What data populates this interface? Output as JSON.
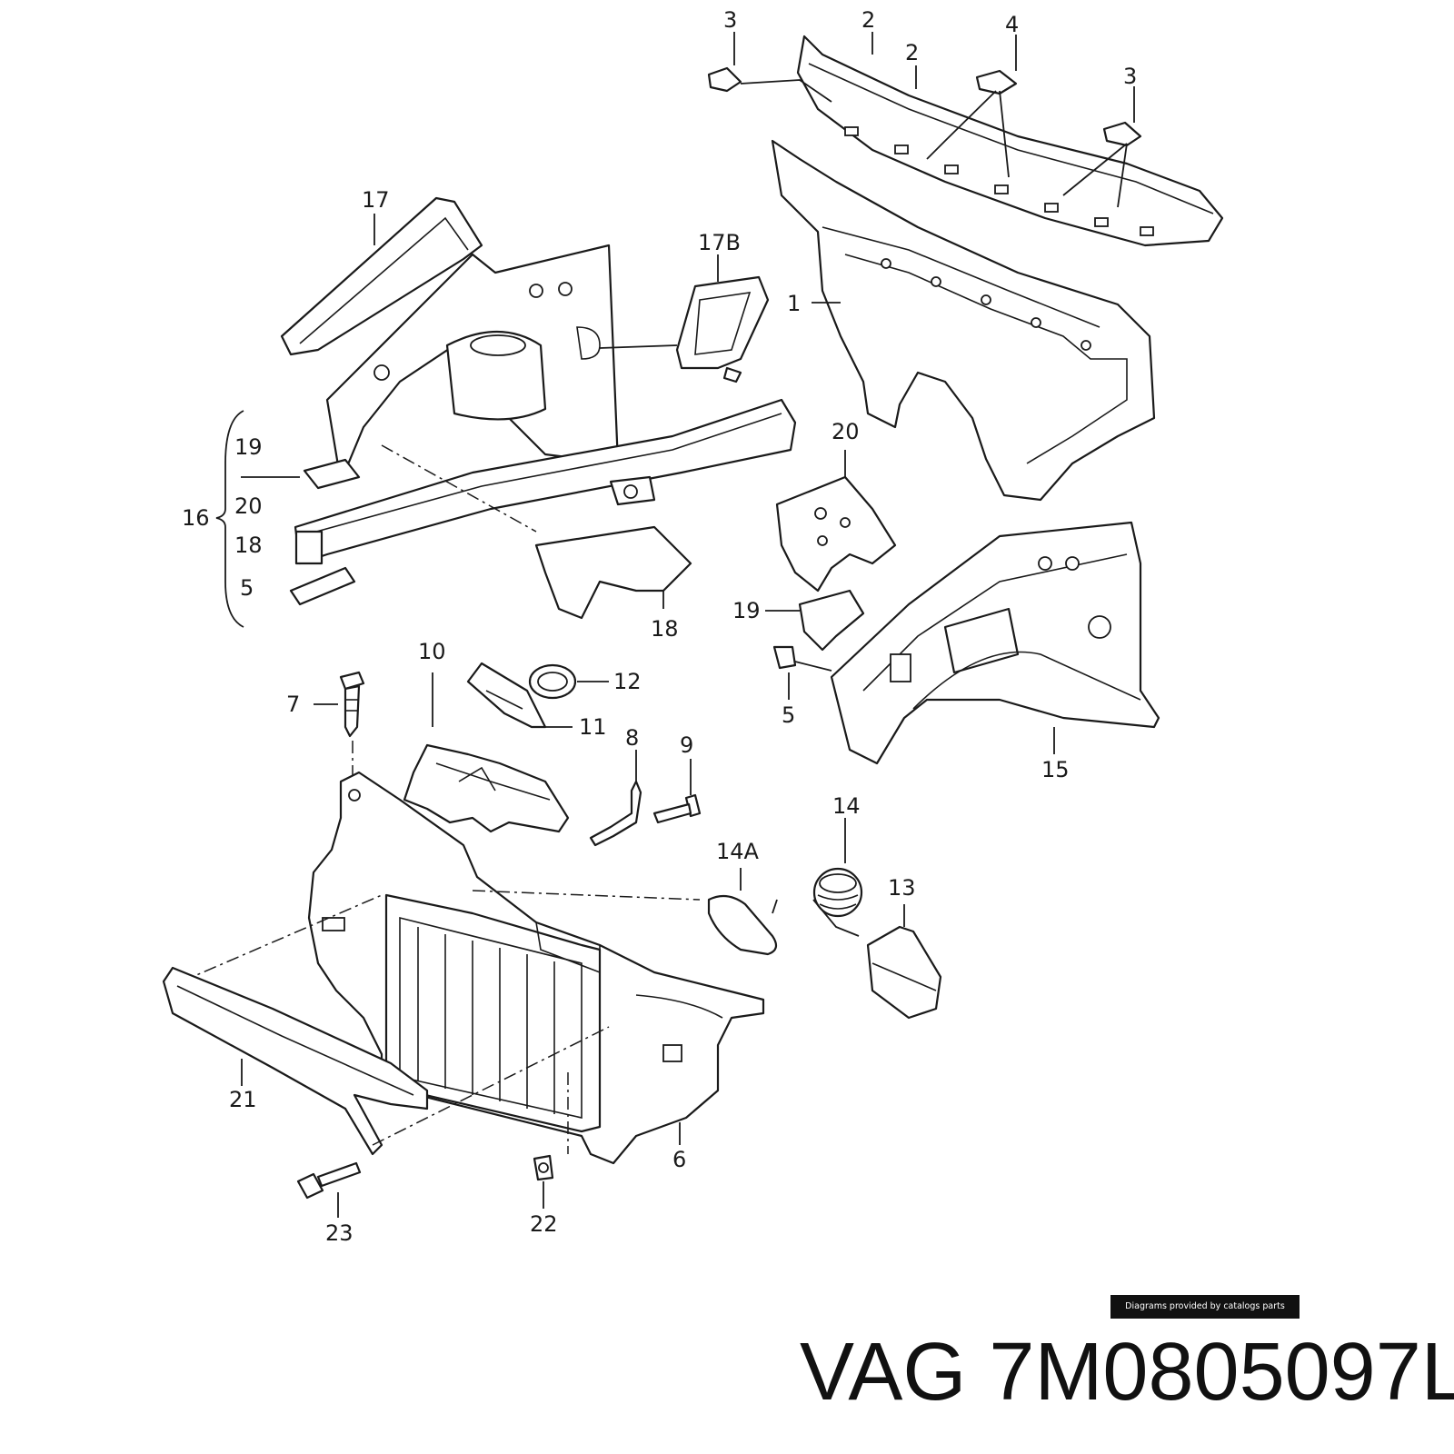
{
  "labels": {
    "p3a": "3",
    "p2a": "2",
    "p2b": "2",
    "p4": "4",
    "p3b": "3",
    "p17": "17",
    "p17b": "17B",
    "p1": "1",
    "p19a": "19",
    "p20a": "20",
    "p18a": "18",
    "p5a": "5",
    "p16": "16",
    "p18b": "18",
    "p20b": "20",
    "p19b": "19",
    "p5b": "5",
    "p15": "15",
    "p10": "10",
    "p12": "12",
    "p11": "11",
    "p7": "7",
    "p8": "8",
    "p9": "9",
    "p14": "14",
    "p14a": "14A",
    "p13": "13",
    "p21": "21",
    "p6": "6",
    "p23": "23",
    "p22": "22"
  },
  "credit": "Diagrams provided by catalogs parts",
  "part_number": "VAG 7M0805097L"
}
